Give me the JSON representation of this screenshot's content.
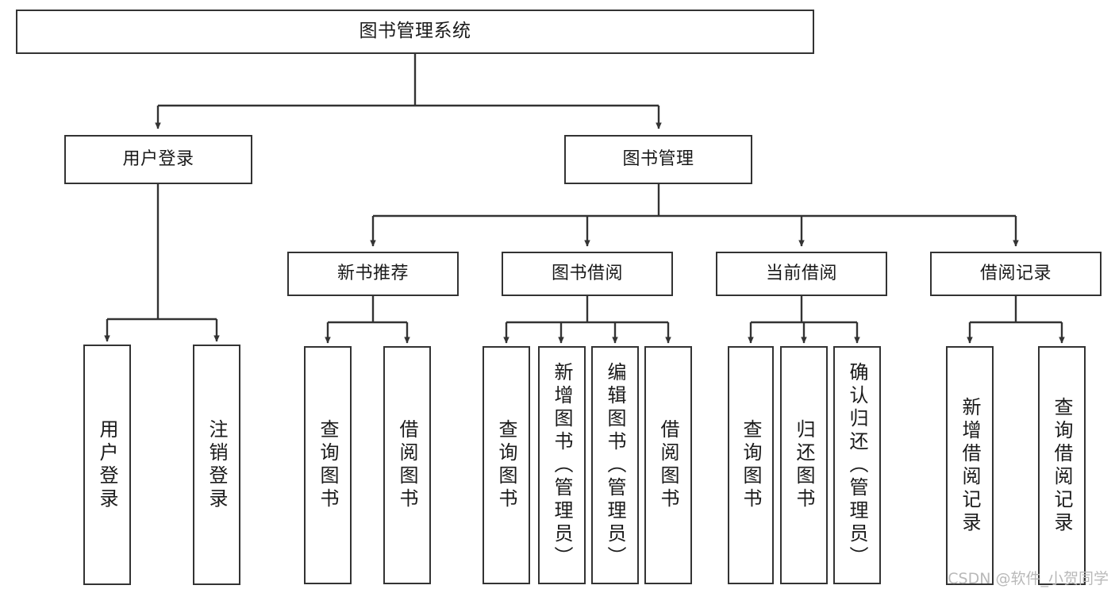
{
  "diagram": {
    "title": "图书管理系统",
    "watermark": "CSDN @软件_小贺同学",
    "line_color": "#333333",
    "box_fill": "#ffffff",
    "text_color": "#1a1a1a",
    "watermark_color": "#b9b9b9"
  },
  "nodes": {
    "root": {
      "label": "图书管理系统"
    },
    "level2": [
      {
        "label": "用户登录"
      },
      {
        "label": "图书管理"
      }
    ],
    "level3": [
      {
        "label": "新书推荐"
      },
      {
        "label": "图书借阅"
      },
      {
        "label": "当前借阅"
      },
      {
        "label": "借阅记录"
      }
    ],
    "leaves": {
      "user_login": [
        {
          "label": "用户登录"
        },
        {
          "label": "注销登录"
        }
      ],
      "new_book_recommend": [
        {
          "label": "查询图书"
        },
        {
          "label": "借阅图书"
        }
      ],
      "book_borrow": [
        {
          "label": "查询图书"
        },
        {
          "label": "新增图书（管理员）"
        },
        {
          "label": "编辑图书（管理员）"
        },
        {
          "label": "借阅图书"
        }
      ],
      "current_borrow": [
        {
          "label": "查询图书"
        },
        {
          "label": "归还图书"
        },
        {
          "label": "确认归还（管理员）"
        }
      ],
      "borrow_record": [
        {
          "label": "新增借阅记录"
        },
        {
          "label": "查询借阅记录"
        }
      ]
    }
  }
}
